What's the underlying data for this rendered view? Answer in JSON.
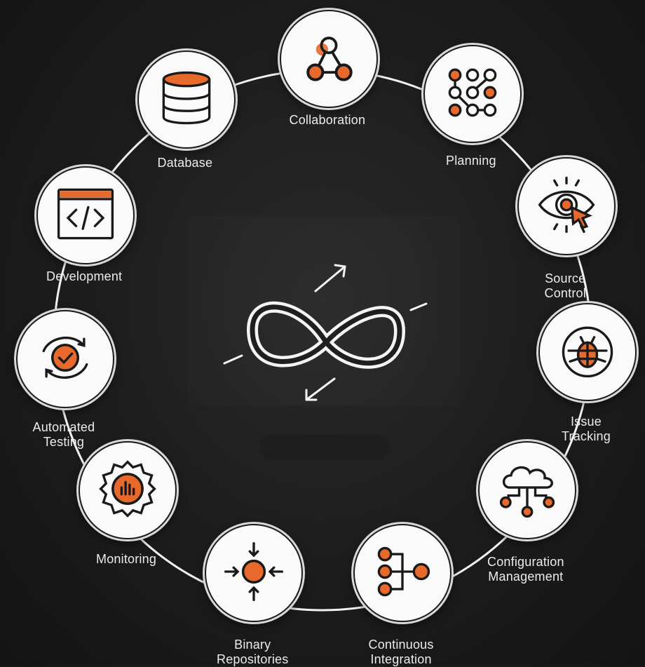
{
  "diagram": {
    "center_icon": "infinity-loop-icon",
    "accent_color": "#e8692c",
    "ring_color": "#f2f2f2",
    "nodes": [
      {
        "id": "collaboration",
        "label": "Collaboration",
        "icon": "collaboration-icon"
      },
      {
        "id": "planning",
        "label": "Planning",
        "icon": "planning-icon"
      },
      {
        "id": "source-control",
        "label": "Source\nControl",
        "icon": "eye-cursor-icon"
      },
      {
        "id": "issue-tracking",
        "label": "Issue\nTracking",
        "icon": "bug-icon"
      },
      {
        "id": "configuration-management",
        "label": "Configuration\nManagement",
        "icon": "cloud-network-icon"
      },
      {
        "id": "continuous-integration",
        "label": "Continuous\nIntegration",
        "icon": "flow-tree-icon"
      },
      {
        "id": "binary-repositories",
        "label": "Binary\nRepositories",
        "icon": "converge-arrows-icon"
      },
      {
        "id": "monitoring",
        "label": "Monitoring",
        "icon": "gear-chart-icon"
      },
      {
        "id": "automated-testing",
        "label": "Automated\nTesting",
        "icon": "check-cycle-icon"
      },
      {
        "id": "development",
        "label": "Development",
        "icon": "code-window-icon"
      },
      {
        "id": "database",
        "label": "Database",
        "icon": "database-icon"
      }
    ]
  }
}
